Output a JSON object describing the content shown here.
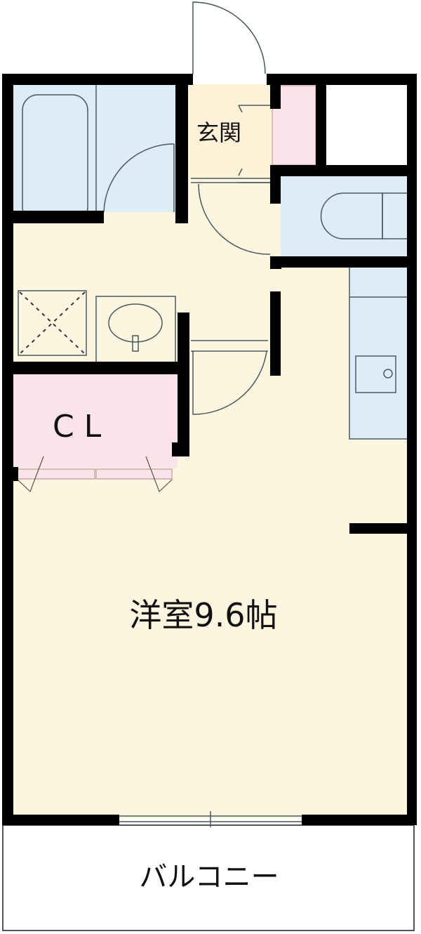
{
  "floorplan": {
    "rooms": {
      "entrance": "玄関",
      "closet": "C L",
      "main_room": "洋室9.6帖",
      "balcony": "バルコニー"
    },
    "colors": {
      "floor": "#fef5e1",
      "wet_area": "#dcedf8",
      "storage": "#fbe3ea",
      "wall": "#000000"
    }
  }
}
